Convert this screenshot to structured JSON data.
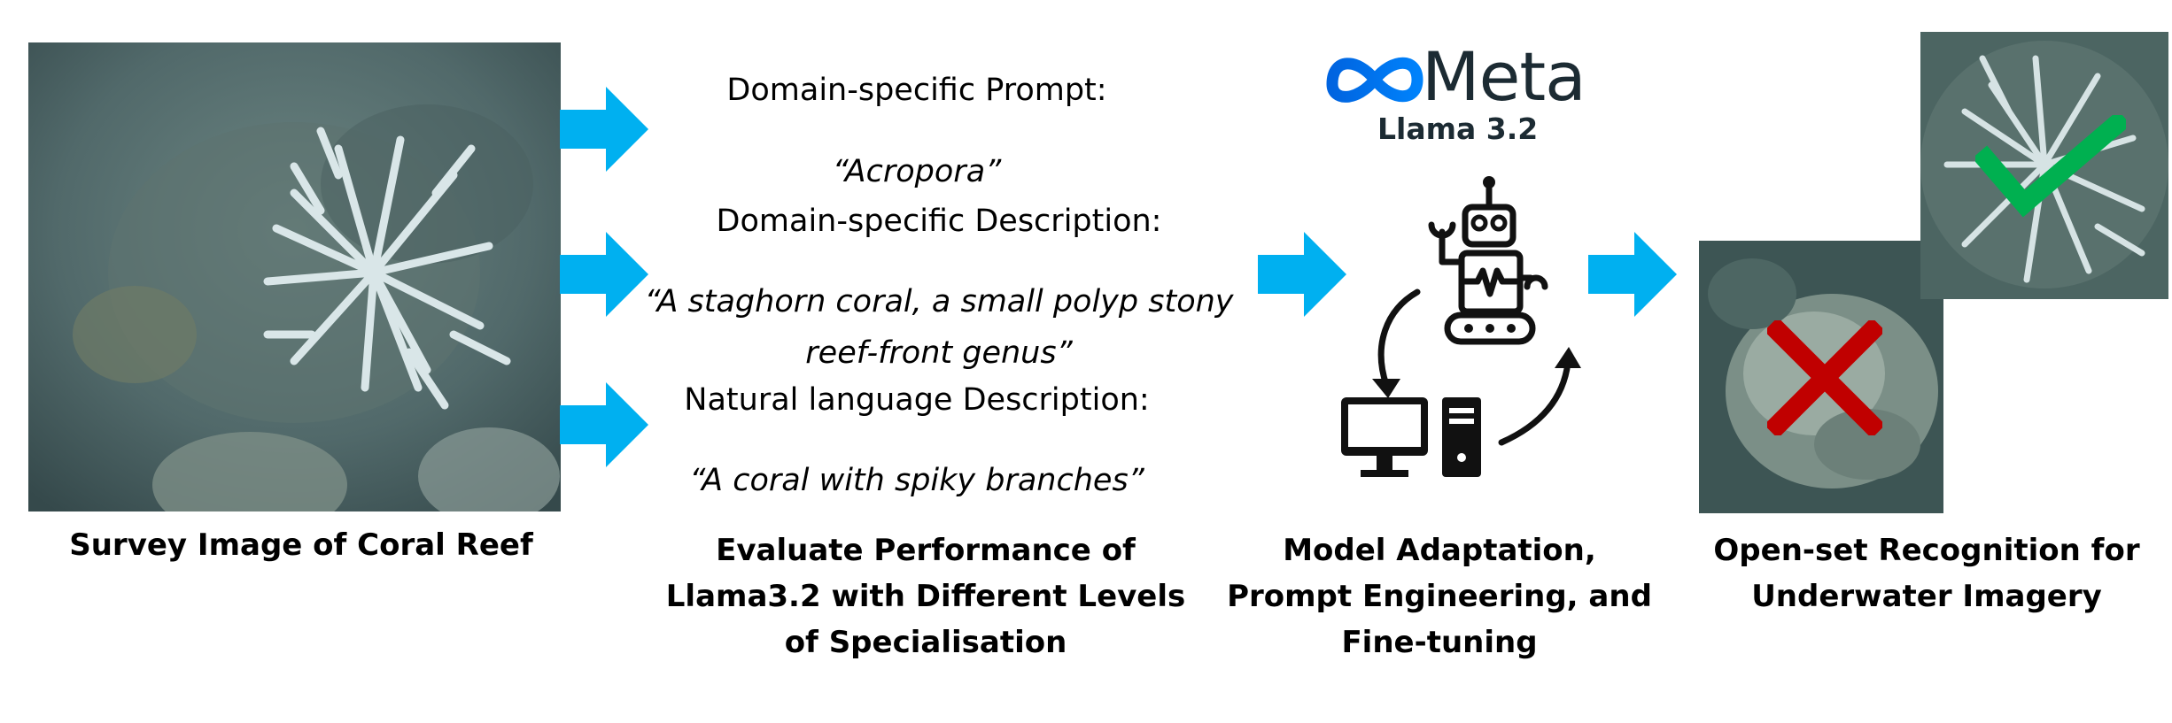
{
  "captions": {
    "survey": "Survey Image of Coral Reef",
    "evaluate": "Evaluate Performance of Llama3.2 with Different Levels of Specialisation",
    "adaptation": "Model Adaptation, Prompt Engineering, and Fine-tuning",
    "openset": "Open-set Recognition for Underwater Imagery"
  },
  "prompts": [
    {
      "heading": "Domain-specific Prompt:",
      "text": "“Acropora”"
    },
    {
      "heading": "Domain-specific Description:",
      "text": "“A staghorn coral, a small polyp stony reef-front genus”"
    },
    {
      "heading": "Natural language Description:",
      "text": "“A coral with spiky branches”"
    }
  ],
  "logo": {
    "brand": "Meta",
    "model": "Llama 3.2"
  },
  "colors": {
    "arrow": "#00b0f0",
    "check": "#00b050",
    "cross": "#c00000",
    "logo_text": "#1c2b33",
    "reef_water": "#3f5a58"
  },
  "icons": {
    "arrows": "right-arrow-icon",
    "robot": "robot-icon",
    "computer": "desktop-computer-icon",
    "check": "checkmark-icon",
    "cross": "cross-icon",
    "meta": "meta-infinity-logo"
  }
}
